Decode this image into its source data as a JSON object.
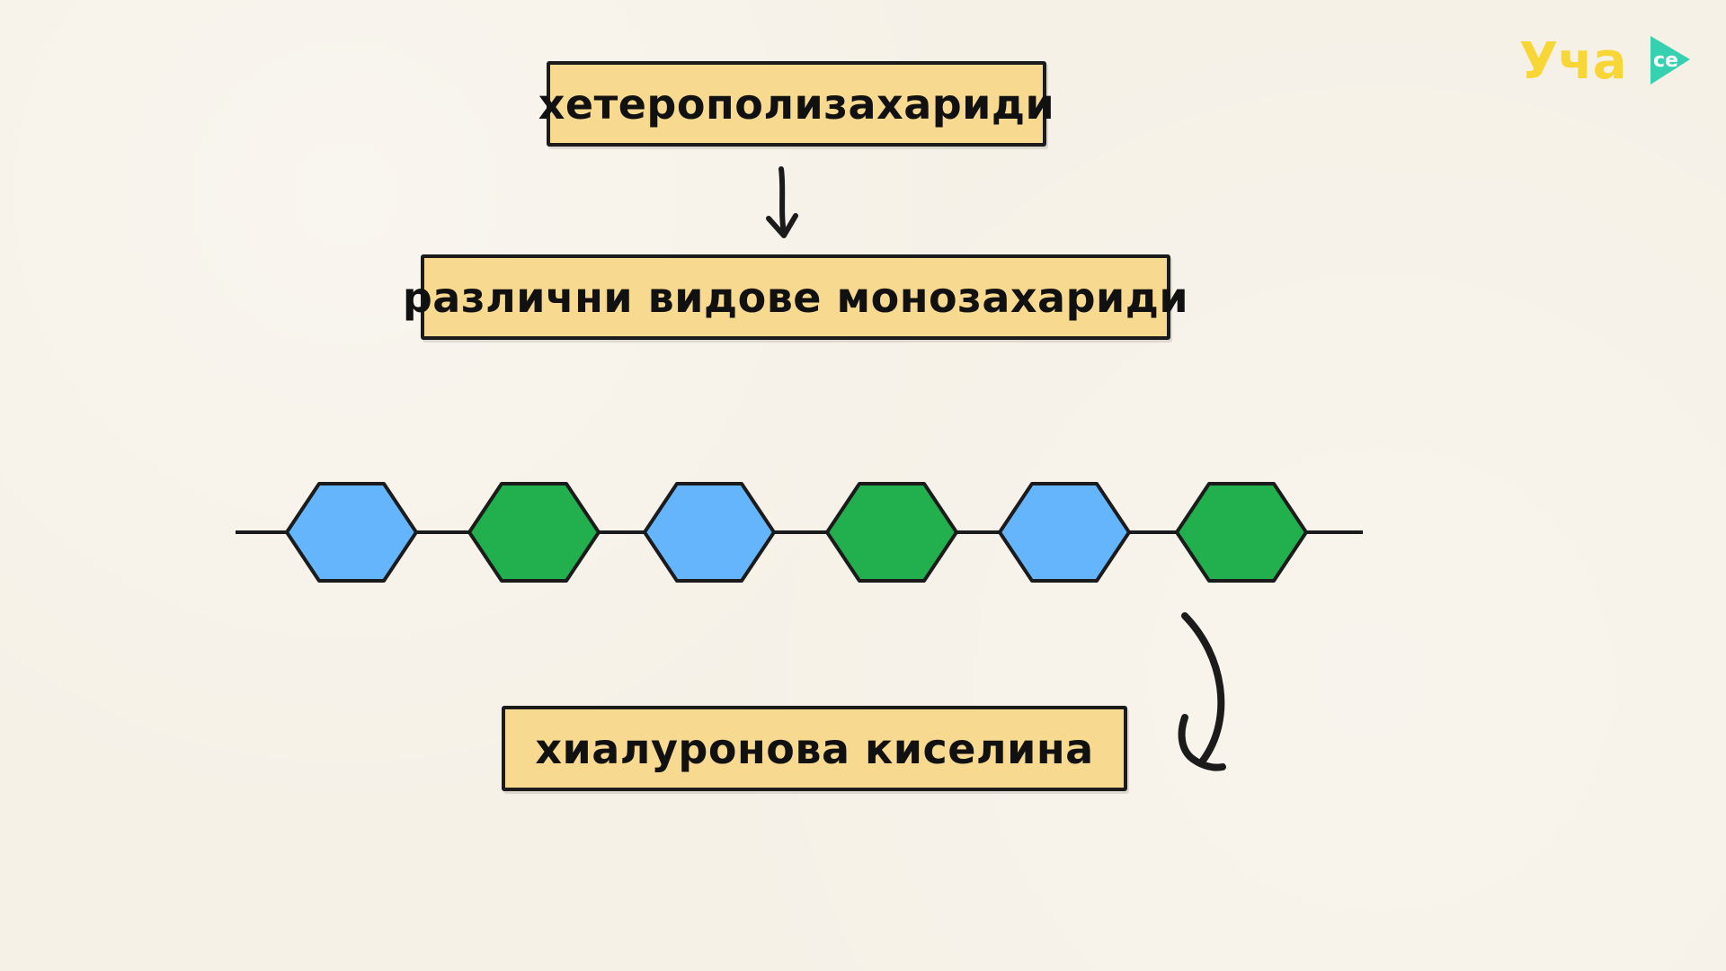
{
  "labels": {
    "top": "хетерополизахариди",
    "middle": "различни видове монозахариди",
    "bottom": "хиалуронова киселина"
  },
  "chain": {
    "units": [
      {
        "kind": "monosaccharide-a",
        "color": "#64b5fb"
      },
      {
        "kind": "monosaccharide-b",
        "color": "#22b04f"
      },
      {
        "kind": "monosaccharide-a",
        "color": "#64b5fb"
      },
      {
        "kind": "monosaccharide-b",
        "color": "#22b04f"
      },
      {
        "kind": "monosaccharide-a",
        "color": "#64b5fb"
      },
      {
        "kind": "monosaccharide-b",
        "color": "#22b04f"
      }
    ]
  },
  "logo": {
    "brand": "Уча",
    "badge": "се",
    "primary_color": "#f7d635",
    "badge_color": "#35d1b0"
  },
  "colors": {
    "background": "#f6f1e7",
    "box_fill": "#f7d98f",
    "ink": "#1b1b1b"
  }
}
